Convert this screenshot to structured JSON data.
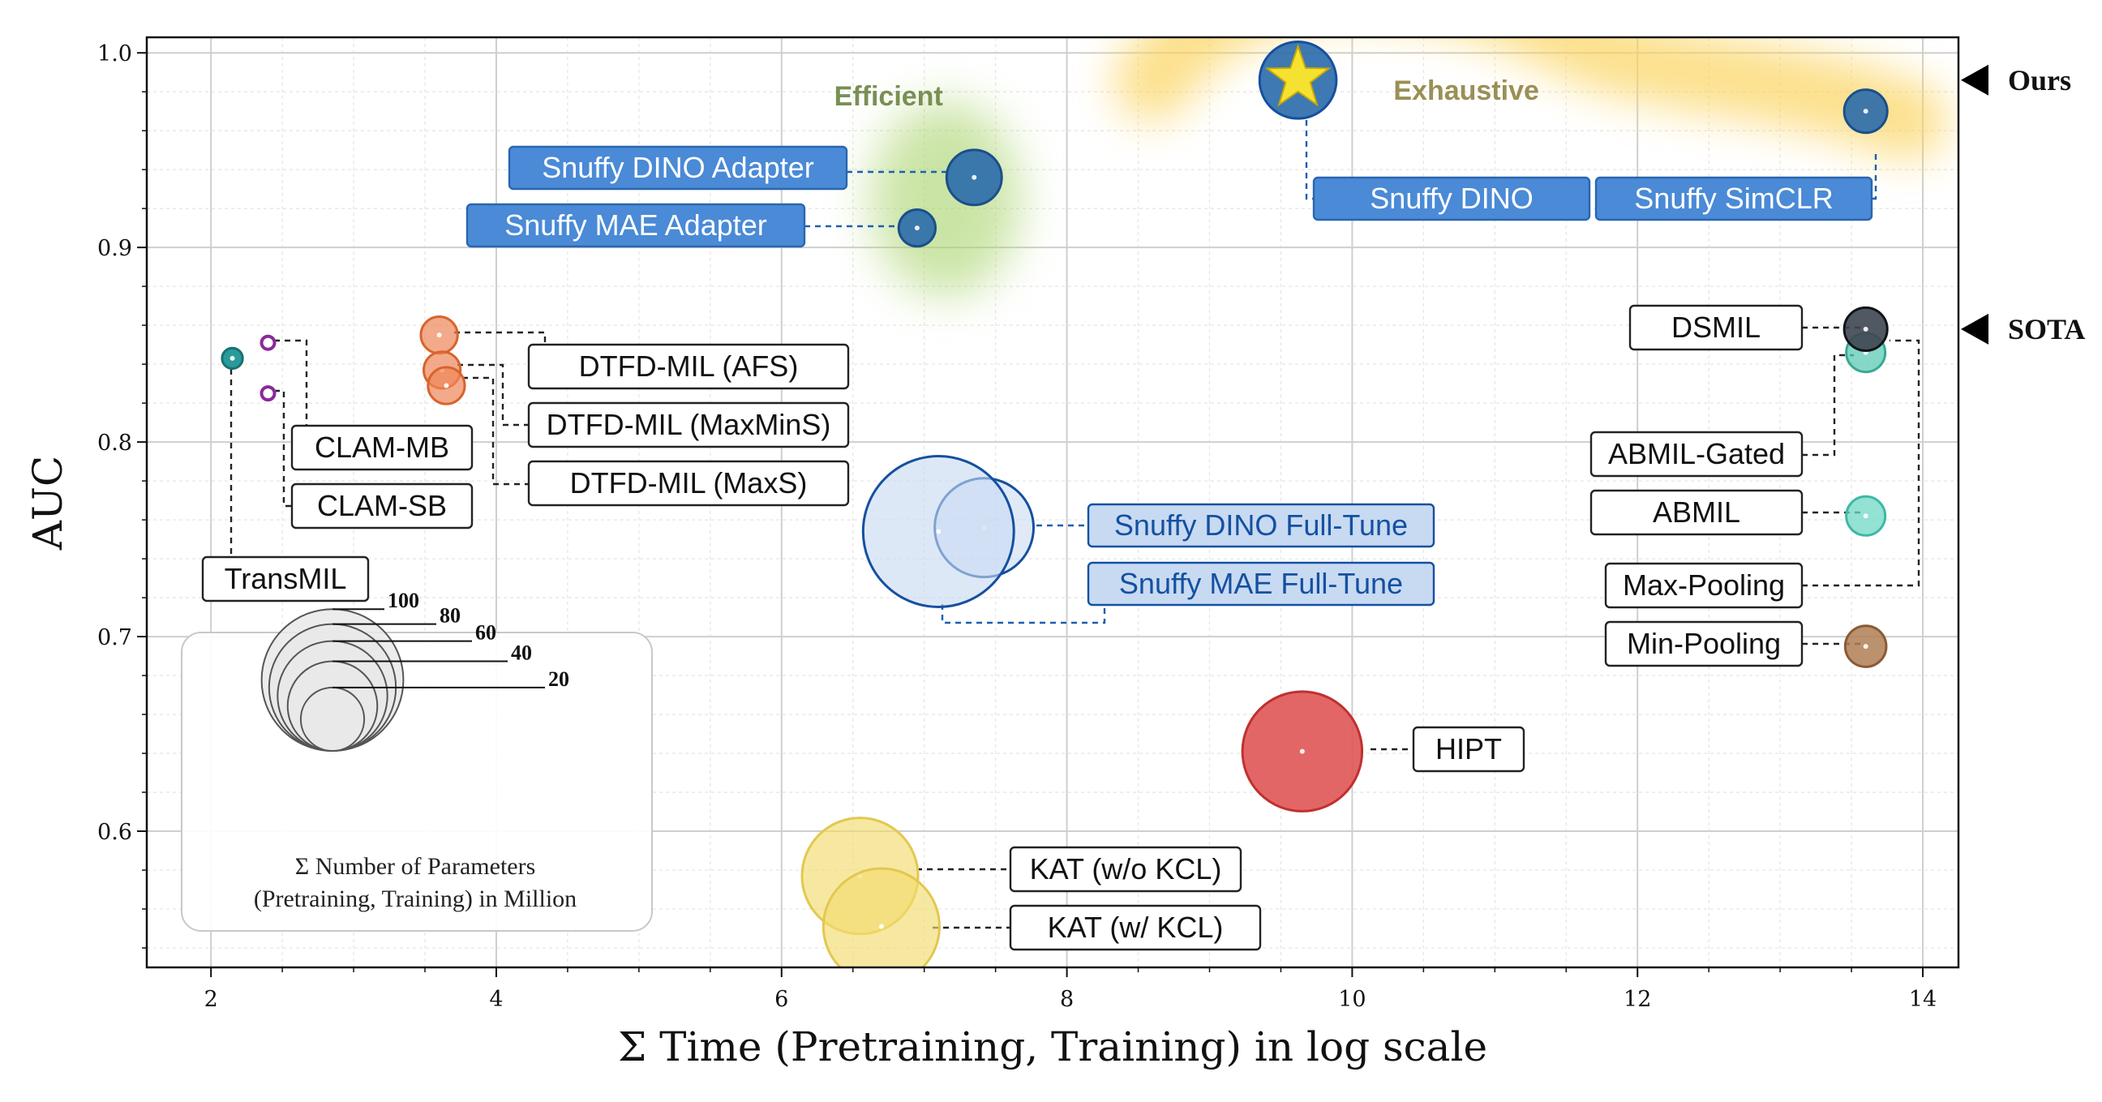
{
  "chart_data": {
    "type": "scatter",
    "xlabel": "Σ Time (Pretraining, Training) in log scale",
    "ylabel": "AUC",
    "xlim": [
      1.55,
      14.25
    ],
    "ylim": [
      0.53,
      1.008
    ],
    "x_ticks": [
      2,
      4,
      6,
      8,
      10,
      12,
      14
    ],
    "y_ticks": [
      0.6,
      0.7,
      0.8,
      0.9,
      1.0
    ],
    "y_tick_labels": [
      "0.6",
      "0.7",
      "0.8",
      "0.9",
      "1.0"
    ],
    "grid": true,
    "region_labels": [
      {
        "text": "Efficient",
        "color": "#7a8f55"
      },
      {
        "text": "Exhaustive",
        "color": "#9a8f55"
      }
    ],
    "annotations": [
      {
        "text": "Ours",
        "y": 0.986
      },
      {
        "text": "SOTA",
        "y": 0.858
      }
    ],
    "size_legend": {
      "values": [
        "100",
        "80",
        "60",
        "40",
        "20"
      ],
      "caption_line1": "Σ Number of Parameters",
      "caption_line2": "(Pretraining, Training) in Million"
    },
    "series": [
      {
        "name": "Snuffy DINO Adapter",
        "x": 7.35,
        "y": 0.936,
        "size": 18,
        "fill": "#2a6aab",
        "stroke": "#1b4f8a",
        "alpha": 0.9,
        "label_style": "blue",
        "marker": "dot"
      },
      {
        "name": "Snuffy MAE Adapter",
        "x": 6.95,
        "y": 0.91,
        "size": 8,
        "fill": "#2a6aab",
        "stroke": "#1b4f8a",
        "alpha": 0.9,
        "label_style": "blue",
        "marker": "dot"
      },
      {
        "name": "Snuffy DINO",
        "x": 9.62,
        "y": 0.986,
        "size": 35,
        "fill": "#2a6aab",
        "stroke": "#1550a0",
        "alpha": 0.9,
        "label_style": "blue",
        "marker": "star"
      },
      {
        "name": "Snuffy SimCLR",
        "x": 13.6,
        "y": 0.97,
        "size": 11,
        "fill": "#2a6aab",
        "stroke": "#1b4f8a",
        "alpha": 0.9,
        "label_style": "blue",
        "marker": "dot"
      },
      {
        "name": "DSMIL",
        "x": 13.6,
        "y": 0.858,
        "size": 11,
        "fill": "#3e4650",
        "stroke": "#101418",
        "alpha": 0.9,
        "label_style": "plain",
        "marker": "dot"
      },
      {
        "name": "ABMIL-Gated",
        "x": 13.6,
        "y": 0.846,
        "size": 9,
        "fill": "#5cc9b4",
        "stroke": "#3aa892",
        "alpha": 0.75,
        "label_style": "plain",
        "marker": "dot"
      },
      {
        "name": "ABMIL",
        "x": 13.6,
        "y": 0.762,
        "size": 9,
        "fill": "#6fd8c6",
        "stroke": "#3fb8a5",
        "alpha": 0.75,
        "label_style": "plain",
        "marker": "dot"
      },
      {
        "name": "Max-Pooling",
        "x": 13.6,
        "y": 0.846,
        "size": 4,
        "fill": "#5cc9b4",
        "stroke": "#3aa892",
        "alpha": 0.0,
        "label_style": "plain",
        "marker": "none"
      },
      {
        "name": "Min-Pooling",
        "x": 13.6,
        "y": 0.695,
        "size": 10,
        "fill": "#b07e55",
        "stroke": "#8a5a35",
        "alpha": 0.85,
        "label_style": "plain",
        "marker": "dot"
      },
      {
        "name": "DTFD-MIL (AFS)",
        "x": 3.6,
        "y": 0.855,
        "size": 8,
        "fill": "#ee8658",
        "stroke": "#d8642e",
        "alpha": 0.7,
        "label_style": "plain",
        "marker": "dot"
      },
      {
        "name": "DTFD-MIL (MaxMinS)",
        "x": 3.62,
        "y": 0.837,
        "size": 8,
        "fill": "#ee8658",
        "stroke": "#d8642e",
        "alpha": 0.7,
        "label_style": "plain",
        "marker": "dot"
      },
      {
        "name": "DTFD-MIL (MaxS)",
        "x": 3.65,
        "y": 0.829,
        "size": 8,
        "fill": "#ee8658",
        "stroke": "#d8642e",
        "alpha": 0.7,
        "label_style": "plain",
        "marker": "dot"
      },
      {
        "name": "CLAM-MB",
        "x": 2.4,
        "y": 0.851,
        "size": 1.5,
        "fill": "#ffffff",
        "stroke": "#8a2a9a",
        "alpha": 1.0,
        "label_style": "plain",
        "marker": "ring"
      },
      {
        "name": "CLAM-SB",
        "x": 2.4,
        "y": 0.825,
        "size": 1.5,
        "fill": "#ffffff",
        "stroke": "#8a2a9a",
        "alpha": 1.0,
        "label_style": "plain",
        "marker": "ring"
      },
      {
        "name": "TransMIL",
        "x": 2.15,
        "y": 0.843,
        "size": 2.5,
        "fill": "#2a9a9a",
        "stroke": "#1a7070",
        "alpha": 1.0,
        "label_style": "plain",
        "marker": "dot"
      },
      {
        "name": "Snuffy DINO Full-Tune",
        "x": 7.42,
        "y": 0.756,
        "size": 58,
        "fill": "#c7d9f1",
        "stroke": "#1550a0",
        "alpha": 0.55,
        "label_style": "light",
        "marker": "dot"
      },
      {
        "name": "Snuffy MAE Full-Tune",
        "x": 7.1,
        "y": 0.754,
        "size": 135,
        "fill": "#c7d9f1",
        "stroke": "#1550a0",
        "alpha": 0.6,
        "label_style": "light",
        "marker": "dot"
      },
      {
        "name": "HIPT",
        "x": 9.65,
        "y": 0.641,
        "size": 85,
        "fill": "#e05555",
        "stroke": "#c03030",
        "alpha": 0.9,
        "label_style": "plain",
        "marker": "dot"
      },
      {
        "name": "KAT (w/o KCL)",
        "x": 6.55,
        "y": 0.577,
        "size": 80,
        "fill": "#f2dc6e",
        "stroke": "#e2c850",
        "alpha": 0.65,
        "label_style": "plain",
        "marker": "dot"
      },
      {
        "name": "KAT (w/ KCL)",
        "x": 6.7,
        "y": 0.551,
        "size": 80,
        "fill": "#f2dc6e",
        "stroke": "#e2c850",
        "alpha": 0.65,
        "label_style": "plain",
        "marker": "dot"
      }
    ]
  }
}
